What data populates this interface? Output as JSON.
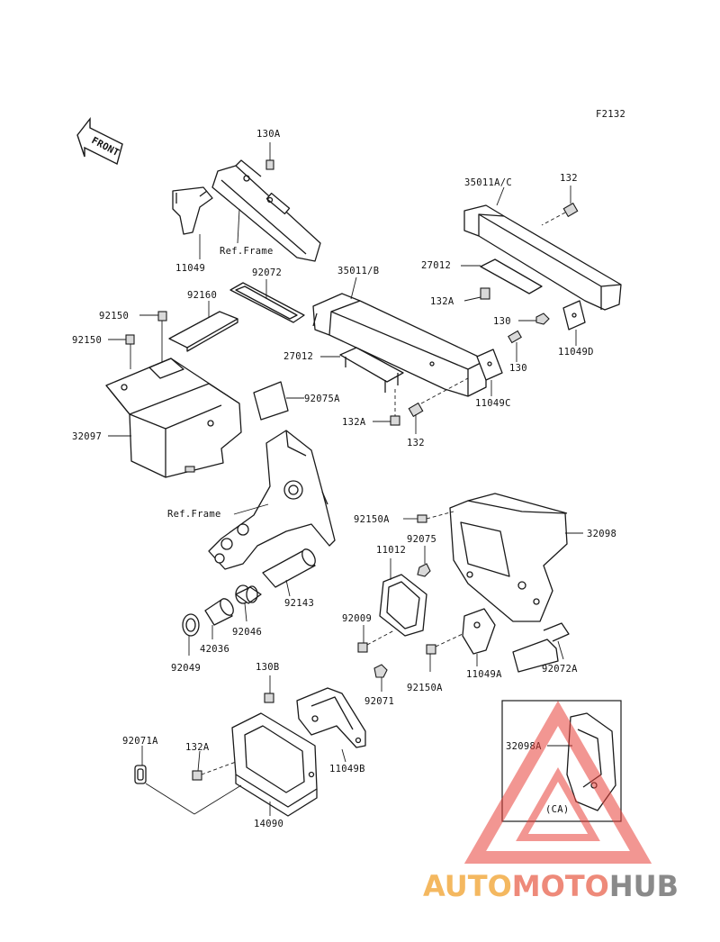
{
  "figure_code": "F2132",
  "front_label": "FRONT",
  "labels": {
    "p130A": "130A",
    "p11049": "11049",
    "ref_frame_top": "Ref.Frame",
    "p92072": "92072",
    "p92160": "92160",
    "p92150_a": "92150",
    "p92150_b": "92150",
    "p32097": "32097",
    "p35011B": "35011/B",
    "p35011AC": "35011A/C",
    "p132_top": "132",
    "p27012_right": "27012",
    "p132A_right": "132A",
    "p130_a": "130",
    "p11049D": "11049D",
    "p130_b": "130",
    "p27012_left": "27012",
    "p92075A": "92075A",
    "p11049C": "11049C",
    "p132A_mid": "132A",
    "p132_mid": "132",
    "ref_frame_mid": "Ref.Frame",
    "p92150A_top": "92150A",
    "p32098": "32098",
    "p92075": "92075",
    "p11012": "11012",
    "p92143": "92143",
    "p92009": "92009",
    "p92046": "92046",
    "p42036": "42036",
    "p92049": "92049",
    "p11049A": "11049A",
    "p92150A_bot": "92150A",
    "p92072A": "92072A",
    "p92071": "92071",
    "p130B": "130B",
    "p92071A": "92071A",
    "p132A_bot": "132A",
    "p11049B": "11049B",
    "p14090": "14090",
    "p32098A": "32098A",
    "ca": "(CA)"
  },
  "watermark": {
    "part1": "AUTO",
    "part2": "MOTO",
    "part3": "HUB",
    "color_auto": "#f4b860",
    "color_moto": "#ee8a7a",
    "color_hub": "#8a8a8a",
    "triangle_color": "#e8413a"
  }
}
